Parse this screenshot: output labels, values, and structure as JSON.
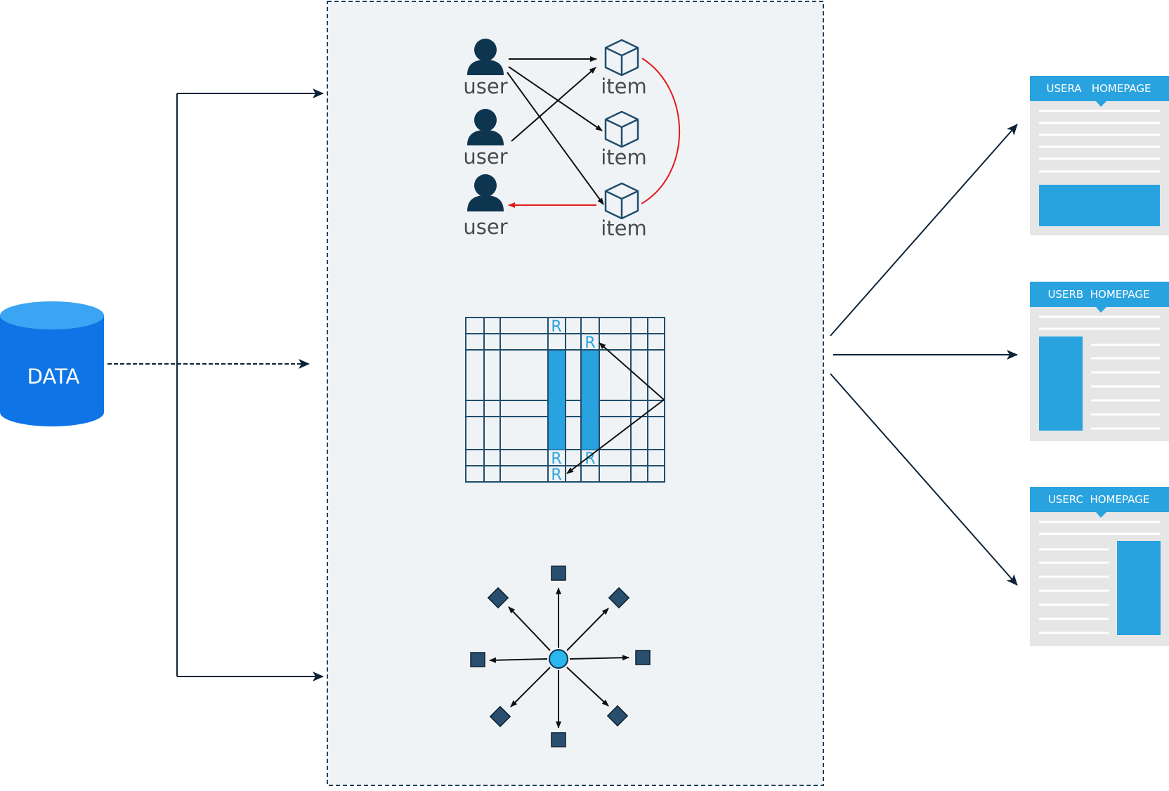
{
  "database": {
    "label": "DATA"
  },
  "collaborative_graph": {
    "users": [
      "user",
      "user",
      "user"
    ],
    "items": [
      "item",
      "item",
      "item"
    ]
  },
  "matrix": {
    "marks": [
      "R",
      "R",
      "R",
      "R",
      "R"
    ]
  },
  "homepages": [
    {
      "title": "USERA   HOMEPAGE"
    },
    {
      "title": "USERB  HOMEPAGE"
    },
    {
      "title": "USERC  HOMEPAGE"
    }
  ],
  "colors": {
    "database": "#0f75e6",
    "navy": "#0d3550",
    "accent_blue": "#29a3e0",
    "highlight_red": "#e21a1a",
    "panel_bg": "#f0f3f5",
    "card_bg": "#e6e6e6"
  }
}
